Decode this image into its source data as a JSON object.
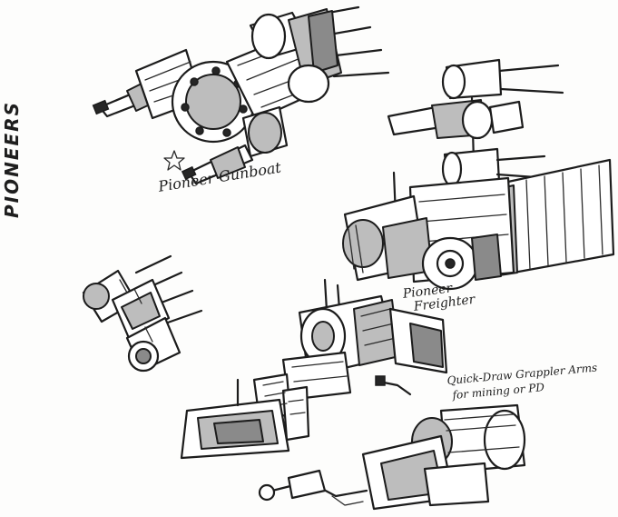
{
  "sheet": {
    "title": "PIONEERS",
    "labels": {
      "gunboat": "Pioneer Gunboat",
      "freighter_line1": "Pioneer",
      "freighter_line2": "Freighter",
      "grappler_line1": "Quick-Draw Grappler Arms",
      "grappler_line2": "for mining or PD"
    },
    "drawings": [
      {
        "name": "pioneer-gunboat",
        "icon": "gunboat-sketch"
      },
      {
        "name": "small-pod-ship",
        "icon": "pod-ship-sketch"
      },
      {
        "name": "pioneer-freighter",
        "icon": "freighter-sketch"
      },
      {
        "name": "mining-ship",
        "icon": "mining-ship-sketch"
      },
      {
        "name": "grappler-arm-ship",
        "icon": "grappler-ship-sketch"
      },
      {
        "name": "star-mark",
        "icon": "star-icon"
      }
    ]
  },
  "colors": {
    "ink": "#1c1c1c",
    "shade_light": "#bdbdbd",
    "shade_dark": "#8a8a8a",
    "paper": "#fdfdfc"
  }
}
